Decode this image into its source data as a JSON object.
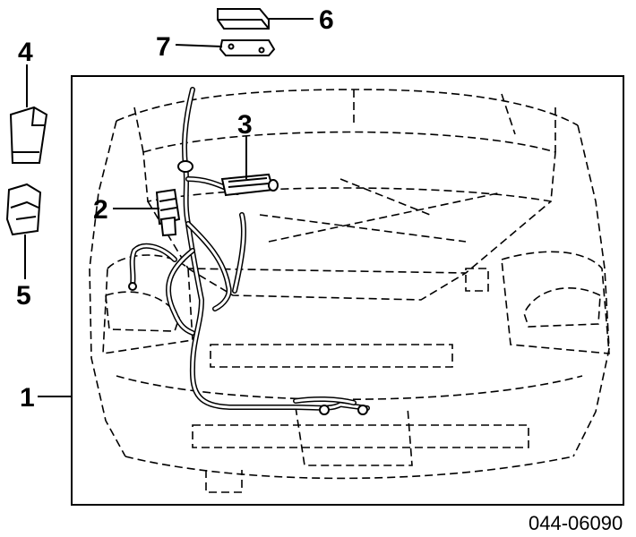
{
  "diagram": {
    "callouts": [
      {
        "id": "1",
        "label": "1"
      },
      {
        "id": "2",
        "label": "2"
      },
      {
        "id": "3",
        "label": "3"
      },
      {
        "id": "4",
        "label": "4"
      },
      {
        "id": "5",
        "label": "5"
      },
      {
        "id": "6",
        "label": "6"
      },
      {
        "id": "7",
        "label": "7"
      }
    ],
    "reference_code": "044-06090"
  }
}
